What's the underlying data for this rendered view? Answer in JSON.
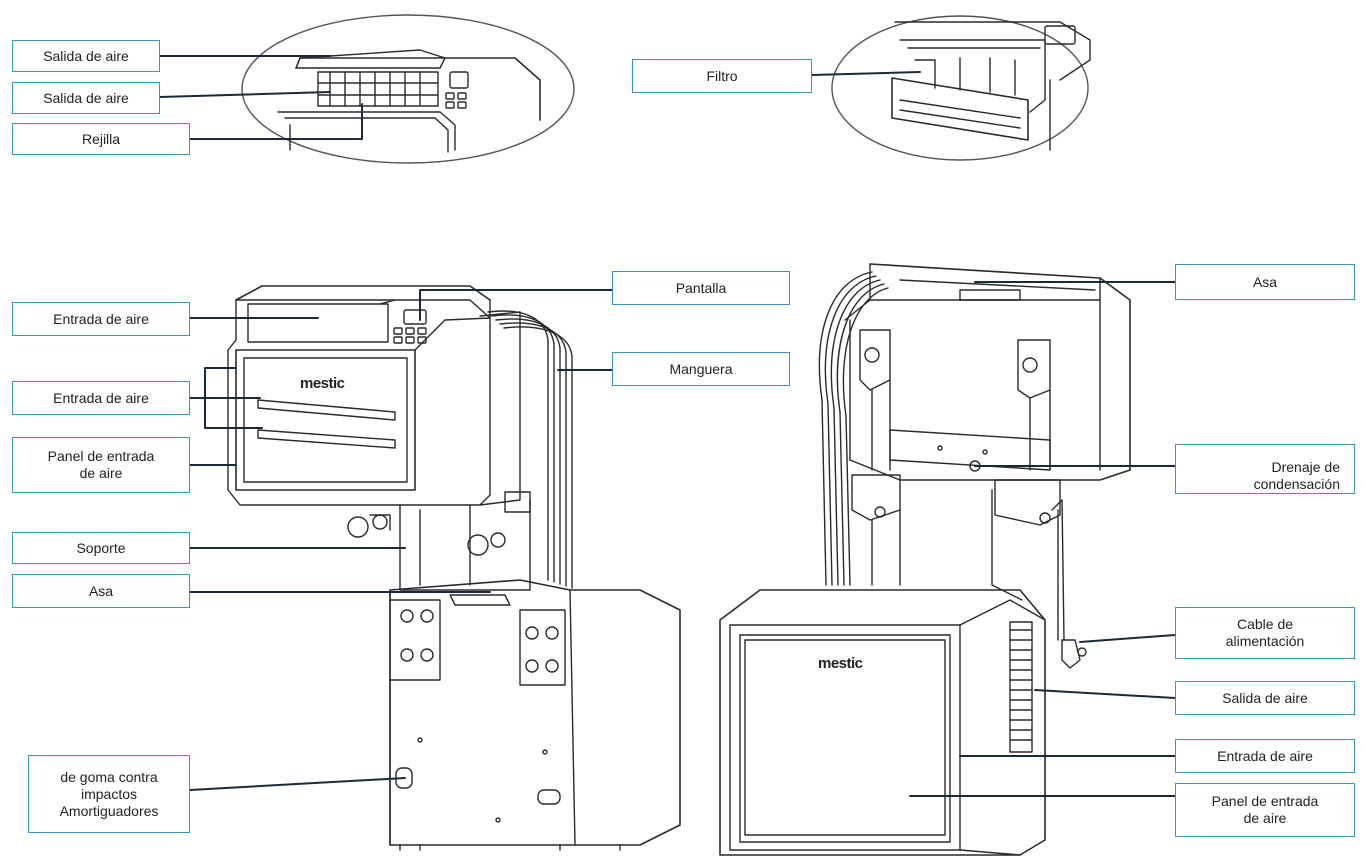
{
  "labels": {
    "salida_aire_1": "Salida de aire",
    "salida_aire_2": "Salida de aire",
    "rejilla": "Rejilla",
    "filtro": "Filtro",
    "entrada_aire_top": "Entrada de aire",
    "entrada_aire_front": "Entrada de aire",
    "panel_entrada_left_l1": "Panel de entrada",
    "panel_entrada_left_l2": "de aire",
    "soporte": "Soporte",
    "asa_left": "Asa",
    "amortiguadores_l1": "de goma contra",
    "amortiguadores_l2": "impactos",
    "amortiguadores_l3": "Amortiguadores",
    "pantalla": "Pantalla",
    "manguera": "Manguera",
    "asa_right": "Asa",
    "drenaje_l1": "Drenaje de",
    "drenaje_l2": "condensación",
    "cable_l1": "Cable de",
    "cable_l2": "alimentación",
    "salida_aire_right": "Salida de aire",
    "entrada_aire_right": "Entrada de aire",
    "panel_entrada_right_l1": "Panel de entrada",
    "panel_entrada_right_l2": "de aire"
  },
  "brand": {
    "logo_left": "mestic",
    "logo_right": "mestic"
  },
  "colors": {
    "label_border": "#3a96b8",
    "leader_line": "#1b2a3a",
    "drawing_line": "#2a2a2a"
  }
}
